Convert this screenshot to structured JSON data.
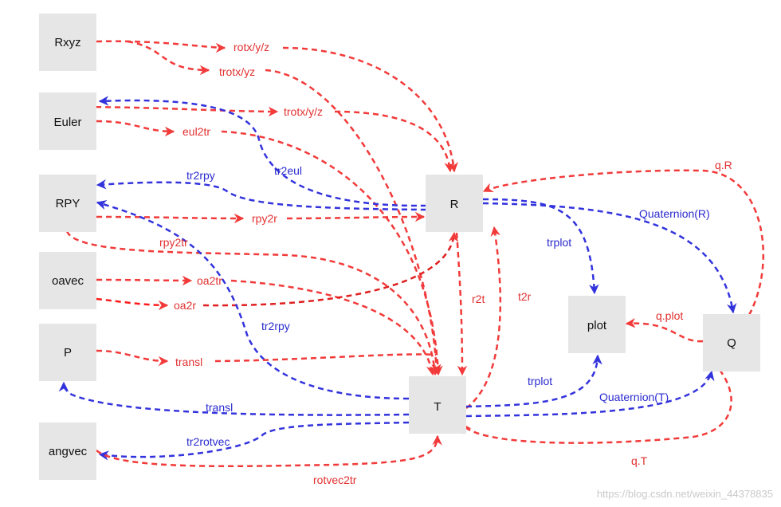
{
  "nodes": {
    "rxyz": "Rxyz",
    "euler": "Euler",
    "rpy": "RPY",
    "oavec": "oavec",
    "p": "P",
    "angvec": "angvec",
    "r": "R",
    "t": "T",
    "plot": "plot",
    "q": "Q"
  },
  "labels": {
    "rotxyz": "rotx/y/z",
    "trotxyz_1": "trotx/yz",
    "trotxyz_2": "trotx/y/z",
    "eul2tr": "eul2tr",
    "tr2eul": "tr2eul",
    "tr2rpy_1": "tr2rpy",
    "rpy2r": "rpy2r",
    "rpy2tr": "rpy2tr",
    "oa2tr": "oa2tr",
    "oa2r": "oa2r",
    "tr2rpy_2": "tr2rpy",
    "transl_1": "transl",
    "transl_2": "transl",
    "tr2rotvec": "tr2rotvec",
    "rotvec2tr": "rotvec2tr",
    "r2t": "r2t",
    "t2r": "t2r",
    "trplot_1": "trplot",
    "trplot_2": "trplot",
    "qr": "q.R",
    "quaternion_r": "Quaternion(R)",
    "quaternion_t": "Quaternion(T)",
    "qplot": "q.plot",
    "qt": "q.T"
  },
  "colors": {
    "red": "#f23a3a",
    "blue": "#3333dd",
    "node_fill": "#e6e6e6"
  },
  "watermark": "https://blog.csdn.net/weixin_44378835"
}
